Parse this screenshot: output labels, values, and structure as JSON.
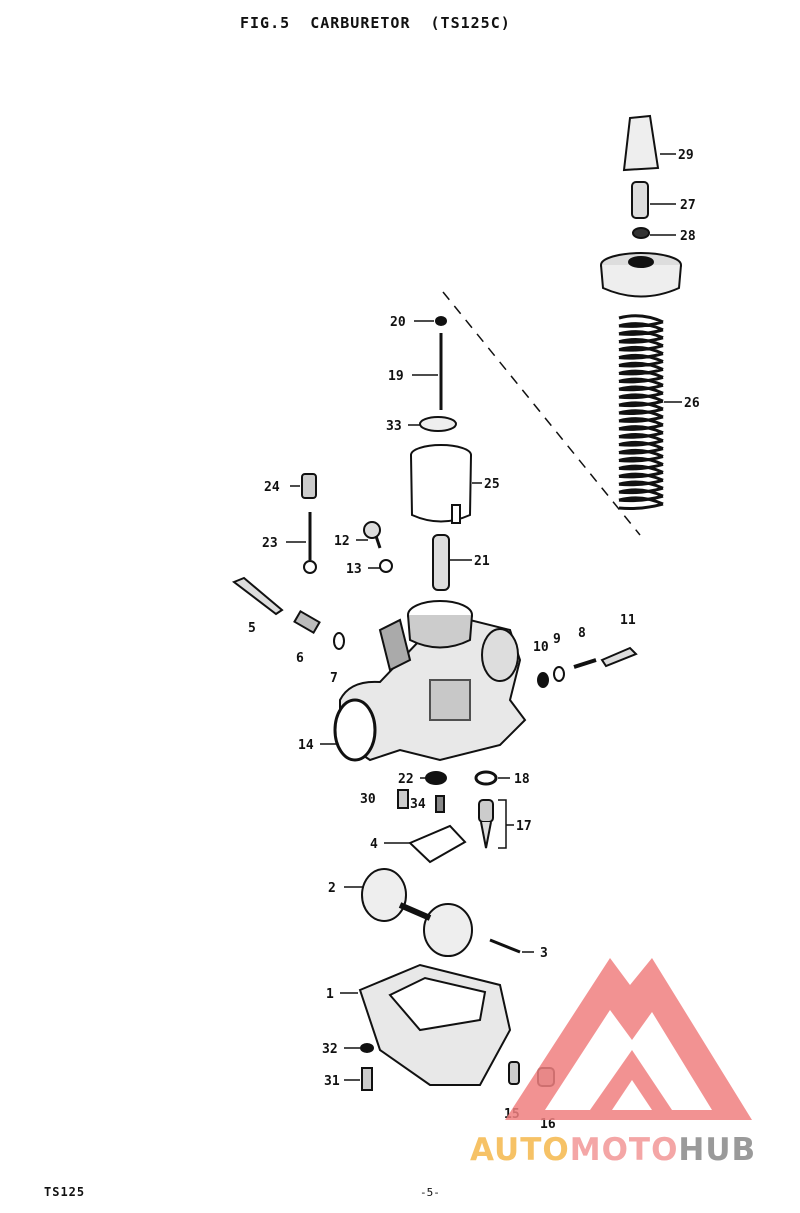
{
  "figure": {
    "number": "FIG.5",
    "title": "CARBURETOR",
    "model": "(TS125C)"
  },
  "callouts": [
    "29",
    "27",
    "28",
    "20",
    "19",
    "33",
    "26",
    "24",
    "25",
    "23",
    "12",
    "13",
    "21",
    "5",
    "6",
    "7",
    "10",
    "9",
    "8",
    "11",
    "14",
    "22",
    "18",
    "30",
    "34",
    "17",
    "4",
    "2",
    "3",
    "1",
    "32",
    "31",
    "15",
    "16"
  ],
  "footer": {
    "model_code": "TS125",
    "page": "-5-"
  },
  "watermark": {
    "brand_part1": "AUTO",
    "brand_part2": "MOTO",
    "brand_part3": "HUB",
    "color_logo": "#f08080",
    "color_auto": "#f6c266",
    "color_moto": "#f4a6a6",
    "color_hub": "#9a9a9a"
  }
}
